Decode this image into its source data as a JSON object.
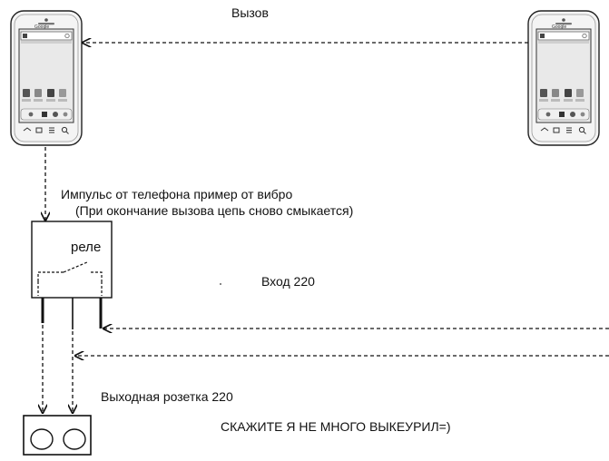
{
  "labels": {
    "call": "Вызов",
    "impulse": "Импульс от телефона пример от вибро",
    "impulse_note": "(При окончание вызова цепь сново смыкается)",
    "relay": "реле",
    "input": "Вход 220",
    "socket": "Выходная розетка 220",
    "comment": "СКАЖИТЕ Я НЕ МНОГО ВЫКЕУРИЛ=)"
  },
  "phone": {
    "search_text": "Google"
  },
  "icons": {
    "phone_left": "smartphone-icon",
    "phone_right": "smartphone-icon",
    "relay_switch": "relay-contact-icon",
    "socket": "power-socket-icon"
  },
  "colors": {
    "ink": "#111111",
    "phone_body": "#f4f4f4",
    "phone_screen": "#e9e9e9"
  }
}
